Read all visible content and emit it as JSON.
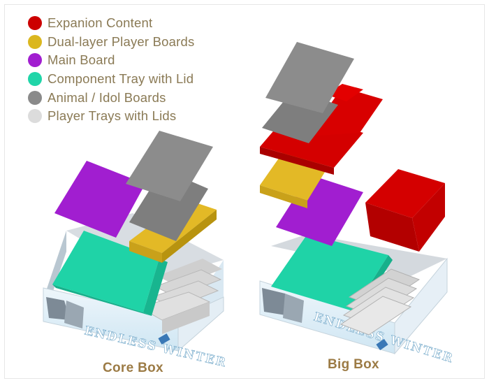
{
  "legend": [
    {
      "label": "Expanion Content",
      "color": "#cc0000"
    },
    {
      "label": "Dual-layer Player Boards",
      "color": "#dbb71f"
    },
    {
      "label": "Main Board",
      "color": "#a11ed0"
    },
    {
      "label": "Component Tray with Lid",
      "color": "#20d5a8"
    },
    {
      "label": "Animal / Idol Boards",
      "color": "#8a8a8a"
    },
    {
      "label": "Player Trays with Lids",
      "color": "#dcdcdc"
    }
  ],
  "boxes": {
    "core": {
      "caption": "Core Box",
      "box_print": "ENDLESS WINTER"
    },
    "big": {
      "caption": "Big Box",
      "box_print": "ENDLESS WINTER"
    }
  }
}
